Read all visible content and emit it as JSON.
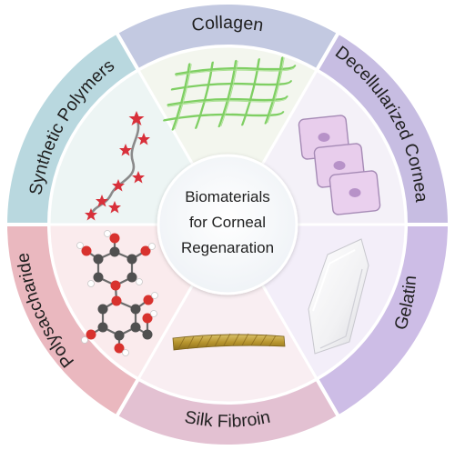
{
  "center": {
    "lines": [
      "Biomaterials",
      "for Corneal",
      "Regenaration"
    ]
  },
  "segments": [
    {
      "key": "collagen",
      "label": "Collagen",
      "icon": "collagen-mesh",
      "ring_color": "#c3c9e1",
      "inner_color": "#f3f6ee"
    },
    {
      "key": "decellularized",
      "label": "Decellularized Cornea",
      "icon": "cornea-cells",
      "ring_color": "#c7bde2",
      "inner_color": "#f4f1f8"
    },
    {
      "key": "gelatin",
      "label": "Gelatin",
      "icon": "gelatin-sheet",
      "ring_color": "#cdbde6",
      "inner_color": "#f3eef9"
    },
    {
      "key": "silk",
      "label": "Silk Fibroin",
      "icon": "silk-fiber",
      "ring_color": "#e3c1d2",
      "inner_color": "#f9eef2"
    },
    {
      "key": "polysaccharide",
      "label": "Polysaccharide",
      "icon": "polysaccharide-molecule",
      "ring_color": "#eab8bf",
      "inner_color": "#faebed"
    },
    {
      "key": "synthetic",
      "label": "Synthetic Polymers",
      "icon": "polymer-chain",
      "ring_color": "#b9d8df",
      "inner_color": "#edf5f4"
    }
  ]
}
